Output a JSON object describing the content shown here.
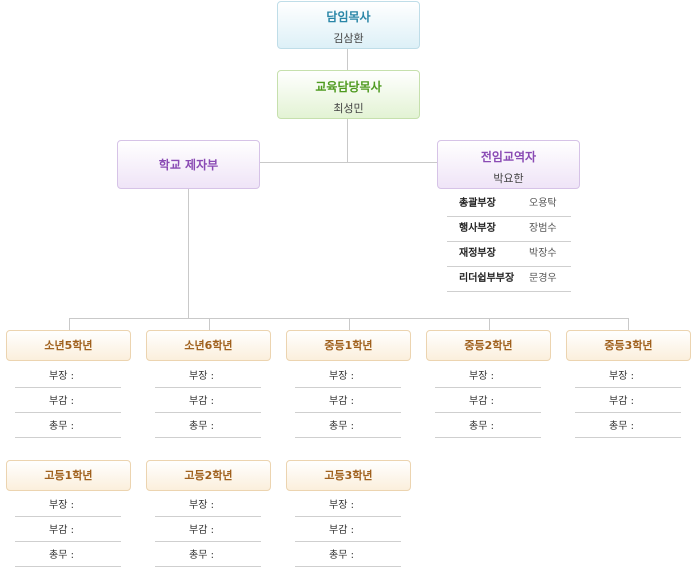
{
  "top": {
    "title": "담임목사",
    "name": "김삼환"
  },
  "edu": {
    "title": "교육담당목사",
    "name": "최성민"
  },
  "school": {
    "title": "학교 제자부"
  },
  "pastor": {
    "title": "전임교역자",
    "name": "박요한"
  },
  "staff": [
    {
      "role": "총괄부장",
      "name": "오용탁"
    },
    {
      "role": "행사부장",
      "name": "장범수"
    },
    {
      "role": "재정부장",
      "name": "박장수"
    },
    {
      "role": "리더쉽부부장",
      "name": "문경우"
    }
  ],
  "grades": [
    {
      "name": "소년5학년",
      "lines": [
        "부장 :",
        "부감 :",
        "총무 :"
      ]
    },
    {
      "name": "소년6학년",
      "lines": [
        "부장 :",
        "부감 :",
        "총무 :"
      ]
    },
    {
      "name": "중등1학년",
      "lines": [
        "부장 :",
        "부감 :",
        "총무 :"
      ]
    },
    {
      "name": "중등2학년",
      "lines": [
        "부장 :",
        "부감 :",
        "총무 :"
      ]
    },
    {
      "name": "중등3학년",
      "lines": [
        "부장 :",
        "부감 :",
        "총무 :"
      ]
    },
    {
      "name": "고등1학년",
      "lines": [
        "부장 :",
        "부감 :",
        "총무 :"
      ]
    },
    {
      "name": "고등2학년",
      "lines": [
        "부장 :",
        "부감 :",
        "총무 :"
      ]
    },
    {
      "name": "고등3학년",
      "lines": [
        "부장 :",
        "부감 :",
        "총무 :"
      ]
    }
  ]
}
